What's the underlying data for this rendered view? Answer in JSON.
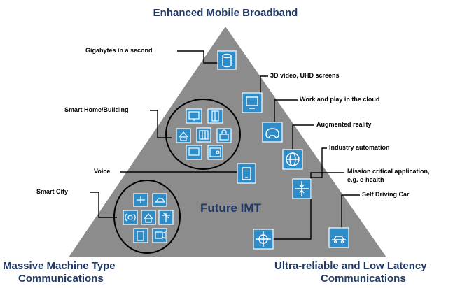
{
  "corners": {
    "top": "Enhanced Mobile Broadband",
    "bottom_left_line1": "Massive Machine Type",
    "bottom_left_line2": "Communications",
    "bottom_right_line1": "Ultra-reliable  and Low Latency",
    "bottom_right_line2": "Communications"
  },
  "center_label": "Future IMT",
  "callouts": {
    "gigabytes": "Gigabytes in a second",
    "video": "3D video, UHD screens",
    "cloud": "Work and play in the cloud",
    "ar": "Augmented reality",
    "industry": "Industry automation",
    "mission_line1": "Mission critical application,",
    "mission_line2": "e.g. e-health",
    "selfdriving": "Self Driving Car",
    "smarthome": "Smart Home/Building",
    "voice": "Voice",
    "smartcity": "Smart City"
  },
  "colors": {
    "triangle": "#8c8c8c",
    "icon_fill": "#2e8cc9",
    "icon_stroke": "#ffffff",
    "corner_text": "#1f3864",
    "line": "#000000"
  },
  "icons": {
    "gigabytes": "database-icon",
    "video": "monitor-icon",
    "cloud": "gamepad-icon",
    "ar": "globe-icon",
    "industry": "arrows-in-icon",
    "mission": "crosshair-icon",
    "selfdriving": "car-icon",
    "voice": "phone-icon"
  }
}
